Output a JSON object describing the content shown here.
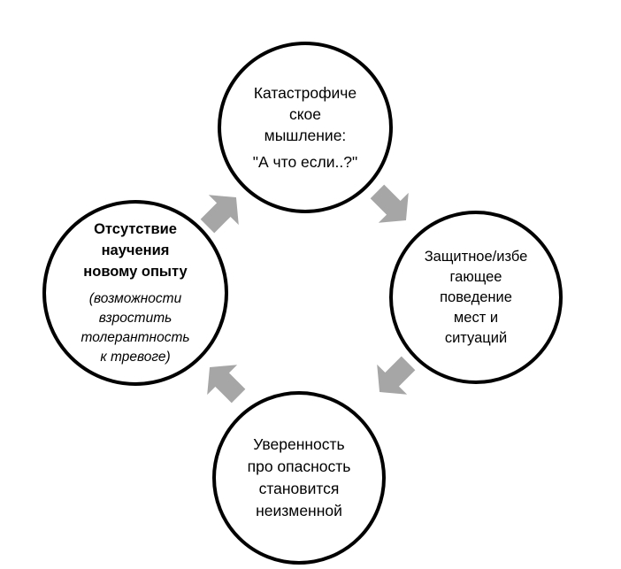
{
  "diagram": {
    "nodes": {
      "top": {
        "main": "Катастрофиче\nское\nмышление:",
        "quote": "\"А что если..?\""
      },
      "right": {
        "text": "Защитное/избе\nгающее\nповедение\nмест и\nситуаций"
      },
      "bottom": {
        "text": "Уверенность\nпро опасность\nстановится\nнеизменной"
      },
      "left": {
        "bold": "Отсутствие\nнаучения\nновому опыту",
        "italic": "(возможности\nвзростить\nтолерантность\nк тревоге)"
      }
    },
    "colors": {
      "arrow": "#a6a6a6",
      "circle_border": "#000000"
    }
  }
}
